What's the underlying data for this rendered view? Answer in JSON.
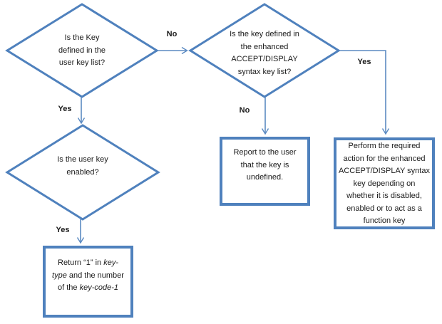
{
  "colors": {
    "shape_border": "#4f81bd",
    "connector": "#5b8ac2",
    "text": "#1a1a1a"
  },
  "diamonds": [
    {
      "lines": [
        "Is the Key",
        "defined in the",
        "user key list?"
      ]
    },
    {
      "lines": [
        "Is the key defined in",
        "the enhanced",
        "ACCEPT/DISPLAY",
        "syntax key list?"
      ]
    },
    {
      "lines": [
        "Is the user key",
        "enabled?"
      ]
    }
  ],
  "boxes": {
    "report": {
      "lines": [
        "Report to the user",
        "that the key is",
        "undefined."
      ]
    },
    "perform": {
      "lines": [
        "Perform the required",
        "action for the enhanced",
        "ACCEPT/DISPLAY syntax",
        "key depending on",
        "whether it is disabled,",
        "enabled or to act as a",
        "function key"
      ]
    },
    "return": {
      "lines": [
        {
          "pre": "Return “1” in ",
          "it": "key-",
          "post": ""
        },
        {
          "pre": "",
          "it": "type",
          "post": " and the number"
        },
        {
          "pre": "of the ",
          "it": "key-code-1",
          "post": ""
        }
      ]
    }
  },
  "labels": {
    "no1": "No",
    "yes1": "Yes",
    "no2": "No",
    "yes2": "Yes",
    "yes3": "Yes"
  }
}
